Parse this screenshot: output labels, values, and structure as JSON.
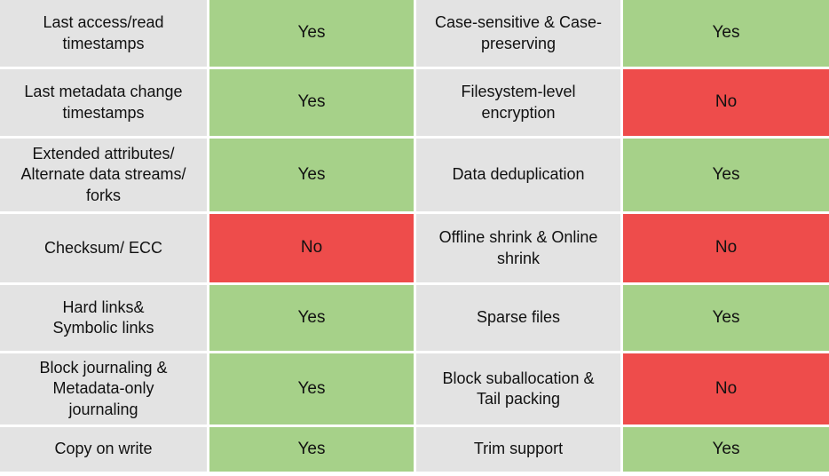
{
  "colors": {
    "yes_green": "#a6d189",
    "no_red": "#ee4c4b",
    "label_gray": "#e3e3e3",
    "gap_white": "#ffffff",
    "text": "#111111"
  },
  "table": {
    "rows": [
      {
        "left_feature": "Last access/read\ntimestamps",
        "left_value": "Yes",
        "left_state": "yes",
        "right_feature": "Case-sensitive & Case-\npreserving",
        "right_value": "Yes",
        "right_state": "yes"
      },
      {
        "left_feature": "Last metadata change\ntimestamps",
        "left_value": "Yes",
        "left_state": "yes",
        "right_feature": "Filesystem-level\nencryption",
        "right_value": "No",
        "right_state": "no"
      },
      {
        "left_feature": "Extended attributes/\nAlternate data streams/\nforks",
        "left_value": "Yes",
        "left_state": "yes",
        "right_feature": "Data deduplication",
        "right_value": "Yes",
        "right_state": "yes"
      },
      {
        "left_feature": "Checksum/ ECC",
        "left_value": "No",
        "left_state": "no",
        "right_feature": "Offline shrink & Online\nshrink",
        "right_value": "No",
        "right_state": "no"
      },
      {
        "left_feature": "Hard links&\nSymbolic links",
        "left_value": "Yes",
        "left_state": "yes",
        "right_feature": "Sparse files",
        "right_value": "Yes",
        "right_state": "yes"
      },
      {
        "left_feature": "Block journaling &\nMetadata-only\njournaling",
        "left_value": "Yes",
        "left_state": "yes",
        "right_feature": "Block suballocation &\nTail packing",
        "right_value": "No",
        "right_state": "no"
      },
      {
        "left_feature": "Copy on write",
        "left_value": "Yes",
        "left_state": "yes",
        "right_feature": "Trim support",
        "right_value": "Yes",
        "right_state": "yes"
      }
    ]
  }
}
